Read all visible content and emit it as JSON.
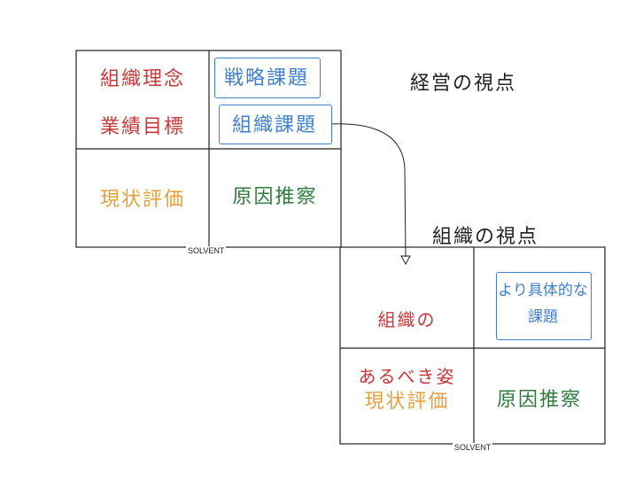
{
  "diagram1": {
    "heading": "経営の視点",
    "cells": {
      "top_left_line1": "組織理念",
      "top_left_line2": "業績目標",
      "top_right_box1": "戦略課題",
      "top_right_box2": "組織課題",
      "bottom_left": "現状評価",
      "bottom_right": "原因推察"
    },
    "credit": "SOLVENT"
  },
  "diagram2": {
    "heading": "組織の視点",
    "cells": {
      "top_left_line1": "組織の",
      "top_left_line2": "あるべき姿",
      "top_right_box": "より具体的な\n課題",
      "bottom_left": "現状評価",
      "bottom_right": "原因推察"
    },
    "credit": "SOLVENT"
  },
  "colors": {
    "ink": "#222222",
    "red": "#c8383a",
    "blue": "#3f7fd0",
    "orange": "#e5a03a",
    "green": "#2f7a3e"
  }
}
